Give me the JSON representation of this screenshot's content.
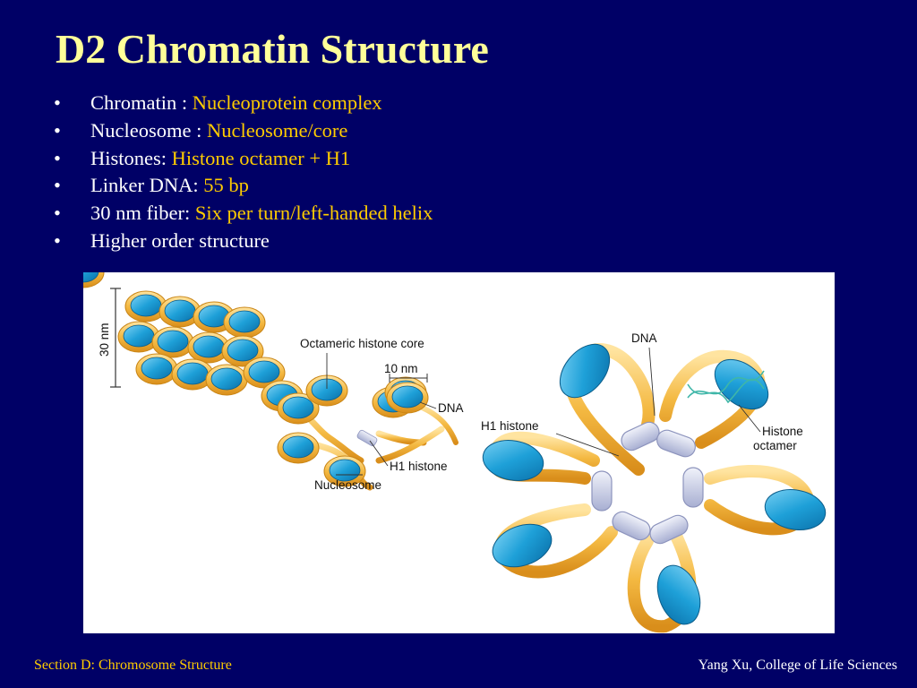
{
  "slide": {
    "title": "D2 Chromatin Structure",
    "bullets": [
      {
        "label": "Chromatin : ",
        "value": "Nucleoprotein complex"
      },
      {
        "label": "Nucleosome : ",
        "value": "Nucleosome/core"
      },
      {
        "label": "Histones: ",
        "value": "Histone octamer + H1"
      },
      {
        "label": "Linker DNA: ",
        "value": "55 bp"
      },
      {
        "label": "30 nm fiber: ",
        "value": "Six per turn/left-handed helix"
      },
      {
        "label": "Higher order structure",
        "value": ""
      }
    ],
    "bullet_glyph": "•"
  },
  "figure": {
    "labels": {
      "size_30nm": "30 nm",
      "octameric_core": "Octameric histone core",
      "size_10nm": "10 nm",
      "dna_left": "DNA",
      "h1_left": "H1 histone",
      "nucleosome": "Nucleosome",
      "dna_right": "DNA",
      "h1_right": "H1 histone",
      "histone_octamer_1": "Histone",
      "histone_octamer_2": "octamer"
    }
  },
  "footer": {
    "left": "Section D: Chromosome Structure",
    "right": "Yang Xu, College of Life Sciences"
  },
  "colors": {
    "background": "#000066",
    "title": "#FFFF99",
    "highlight": "#FFCC00",
    "histone_blue": "#1EA0D8",
    "dna_orange": "#F4B942",
    "h1_lavender": "#C8CDE6"
  }
}
